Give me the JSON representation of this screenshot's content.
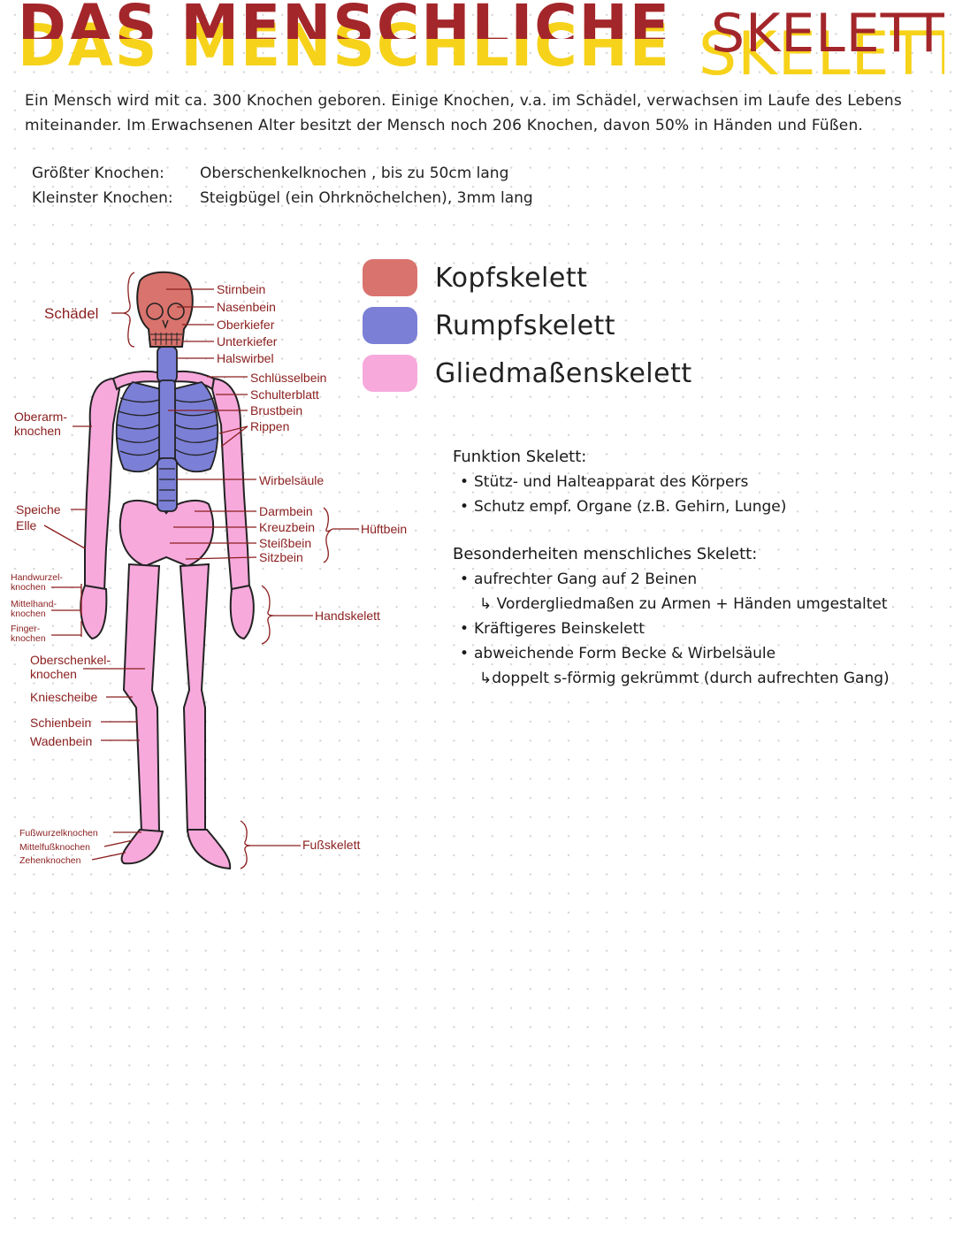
{
  "header": {
    "title_main": "DAS MENSCHLICHE",
    "title_accent": "SKELETT"
  },
  "intro": {
    "line1": "Ein Mensch wird mit ca. 300 Knochen geboren. Einige Knochen, v.a. im Schädel, verwachsen im Laufe des Lebens",
    "line2": "miteinander. Im Erwachsenen Alter besitzt der Mensch noch 206 Knochen, davon 50% in Händen und Füßen."
  },
  "facts": [
    {
      "key": "Größter Knochen:",
      "value": "Oberschenkelknochen , bis zu 50cm lang"
    },
    {
      "key": "Kleinster Knochen:",
      "value": "Steigbügel (ein Ohrknöchelchen), 3mm lang"
    }
  ],
  "legend": [
    {
      "label": "Kopfskelett",
      "color": "#d9736d"
    },
    {
      "label": "Rumpfskelett",
      "color": "#7b7fd6"
    },
    {
      "label": "Gliedmaßenskelett",
      "color": "#f7a9dc"
    }
  ],
  "diagram_labels": {
    "schaedel": "Schädel",
    "stirnbein": "Stirnbein",
    "nasenbein": "Nasenbein",
    "oberkiefer": "Oberkiefer",
    "unterkiefer": "Unterkiefer",
    "halswirbel": "Halswirbel",
    "schluesselbein": "Schlüsselbein",
    "schulterblatt": "Schulterblatt",
    "brustbein": "Brustbein",
    "rippen": "Rippen",
    "oberarm1": "Oberarm-",
    "oberarm2": "knochen",
    "wirbelsaeule": "Wirbelsäule",
    "speiche": "Speiche",
    "elle": "Elle",
    "darmbein": "Darmbein",
    "kreuzbein": "Kreuzbein",
    "steissbein": "Steißbein",
    "sitzbein": "Sitzbein",
    "hueftbein": "Hüftbein",
    "handwurzel1": "Handwurzel-",
    "handwurzel2": "knochen",
    "mittelhand1": "Mittelhand-",
    "mittelhand2": "knochen",
    "finger1": "Finger-",
    "finger2": "knochen",
    "handskelett": "Handskelett",
    "oberschenkel1": "Oberschenkel-",
    "oberschenkel2": "knochen",
    "kniescheibe": "Kniescheibe",
    "schienbein": "Schienbein",
    "wadenbein": "Wadenbein",
    "fusswurzel": "Fußwurzelknochen",
    "mittelfuss": "Mittelfußknochen",
    "zehen": "Zehenknochen",
    "fussskelett": "Fußskelett"
  },
  "funktion": {
    "heading": "Funktion Skelett:",
    "items": [
      "Stütz- und Halteapparat des Körpers",
      "Schutz empf. Organe (z.B. Gehirn, Lunge)"
    ]
  },
  "besonderheiten": {
    "heading": "Besonderheiten menschliches Skelett:",
    "item1": "aufrechter Gang auf 2 Beinen",
    "item1_sub": "↳ Vordergliedmaßen zu Armen + Händen umgestaltet",
    "item2": "Kräftigeres Beinskelett",
    "item3": "abweichende Form Becke & Wirbelsäule",
    "item3_sub": "↳doppelt s-förmig gekrümmt (durch aufrechten Gang)"
  },
  "colors": {
    "title_red": "#a3262a",
    "title_yellow": "#f6d21a",
    "label_red": "#8b1e1e"
  }
}
